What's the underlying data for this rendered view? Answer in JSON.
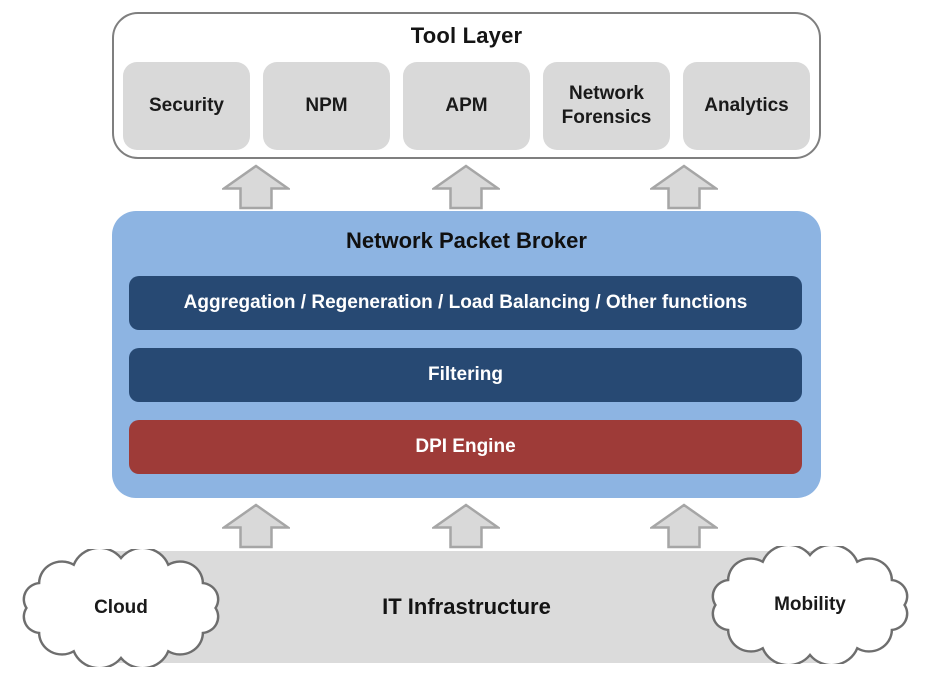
{
  "diagram": {
    "tool_layer": {
      "title": "Tool Layer",
      "tools": [
        {
          "label": "Security"
        },
        {
          "label": "NPM"
        },
        {
          "label": "APM"
        },
        {
          "label": "Network Forensics"
        },
        {
          "label": "Analytics"
        }
      ]
    },
    "packet_broker": {
      "title": "Network Packet Broker",
      "layers": [
        {
          "label": "Aggregation / Regeneration / Load Balancing / Other functions",
          "color": "#274973"
        },
        {
          "label": "Filtering",
          "color": "#274973"
        },
        {
          "label": "DPI Engine",
          "color": "#9E3B38"
        }
      ]
    },
    "infrastructure": {
      "label": "IT Infrastructure",
      "clouds": [
        {
          "label": "Cloud"
        },
        {
          "label": "Mobility"
        }
      ]
    },
    "colors": {
      "packet_broker_bg": "#8DB4E2",
      "function_bar_navy": "#274973",
      "dpi_engine_red": "#9E3B38",
      "tool_tile_gray": "#D9D9D9",
      "infrastructure_band_gray": "#DBDBDB",
      "arrow_fill": "#D9D9D9",
      "arrow_stroke": "#A6A6A6",
      "outline_gray": "#7F7F7F"
    }
  }
}
